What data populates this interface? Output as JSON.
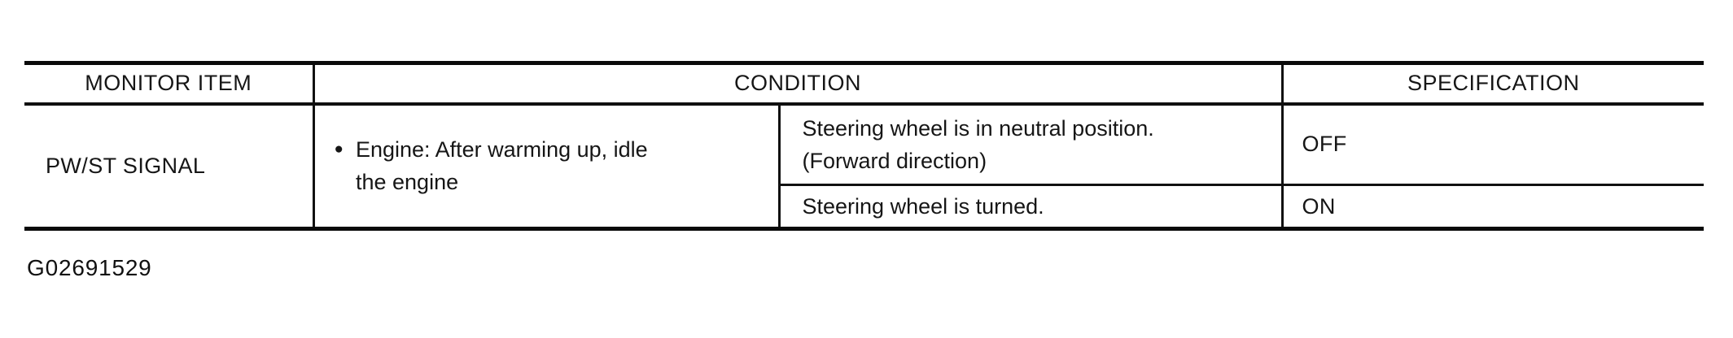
{
  "page": {
    "figure_code": "G02691529"
  },
  "table": {
    "headers": {
      "monitor_item": "MONITOR ITEM",
      "condition": "CONDITION",
      "specification": "SPECIFICATION"
    },
    "rows": {
      "monitor_item": "PW/ST SIGNAL",
      "condition_main_bullet": "●",
      "condition_main": "Engine: After warming up, idle\nthe engine",
      "sub_rows": [
        {
          "condition": "Steering wheel is in neutral position.\n(Forward direction)",
          "specification": "OFF"
        },
        {
          "condition": "Steering wheel is turned.",
          "specification": "ON"
        }
      ]
    }
  }
}
